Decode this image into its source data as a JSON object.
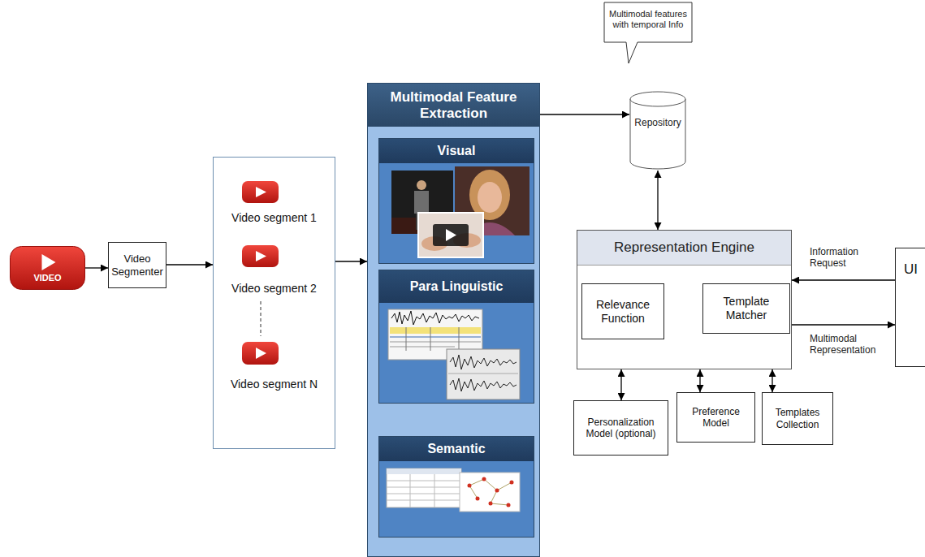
{
  "diagram": {
    "nodes": [
      {
        "text": [
          "VIDEO"
        ]
      },
      {
        "text": [
          "Video Segmenter"
        ]
      },
      {
        "text": [
          "Video segment 1",
          "Video segment 2",
          "Video segment N"
        ]
      },
      {
        "text": [
          "Multimodal Feature Extraction"
        ]
      },
      {
        "text": [
          "Visual"
        ],
        "in": 3
      },
      {
        "text": [
          "Para Linguistic"
        ],
        "in": 3
      },
      {
        "text": [
          "Semantic"
        ],
        "in": 3
      },
      {
        "text": [
          "Multimodal features with temporal Info"
        ]
      },
      {
        "text": [
          "Repository"
        ]
      },
      {
        "text": [
          "Representation Engine"
        ]
      },
      {
        "text": [
          "Relevance Function"
        ],
        "in": 9
      },
      {
        "text": [
          "Template Matcher"
        ],
        "in": 9
      },
      {
        "text": [
          "UI"
        ]
      },
      {
        "text": [
          "Personalization Model (optional)"
        ]
      },
      {
        "text": [
          "Preference Model"
        ]
      },
      {
        "text": [
          "Templates Collection"
        ]
      }
    ],
    "edges": [
      {
        "from": 0,
        "to": 1,
        "arrow": "to"
      },
      {
        "from": 1,
        "to": 2,
        "arrow": "to"
      },
      {
        "from": 2,
        "to": 3,
        "arrow": "to"
      },
      {
        "from": 3,
        "to": 8,
        "arrow": "to"
      },
      {
        "from": 8,
        "to": 9,
        "arrow": "both"
      },
      {
        "from": 10,
        "to": 11,
        "arrow": "both"
      },
      {
        "from": 12,
        "to": 9,
        "label": "Information Request",
        "arrow": "to"
      },
      {
        "from": 9,
        "to": 12,
        "label": "Multimodal Representation",
        "arrow": "to"
      },
      {
        "from": 9,
        "to": 13,
        "arrow": "both"
      },
      {
        "from": 9,
        "to": 14,
        "arrow": "both"
      },
      {
        "from": 9,
        "to": 15,
        "arrow": "both"
      }
    ]
  }
}
